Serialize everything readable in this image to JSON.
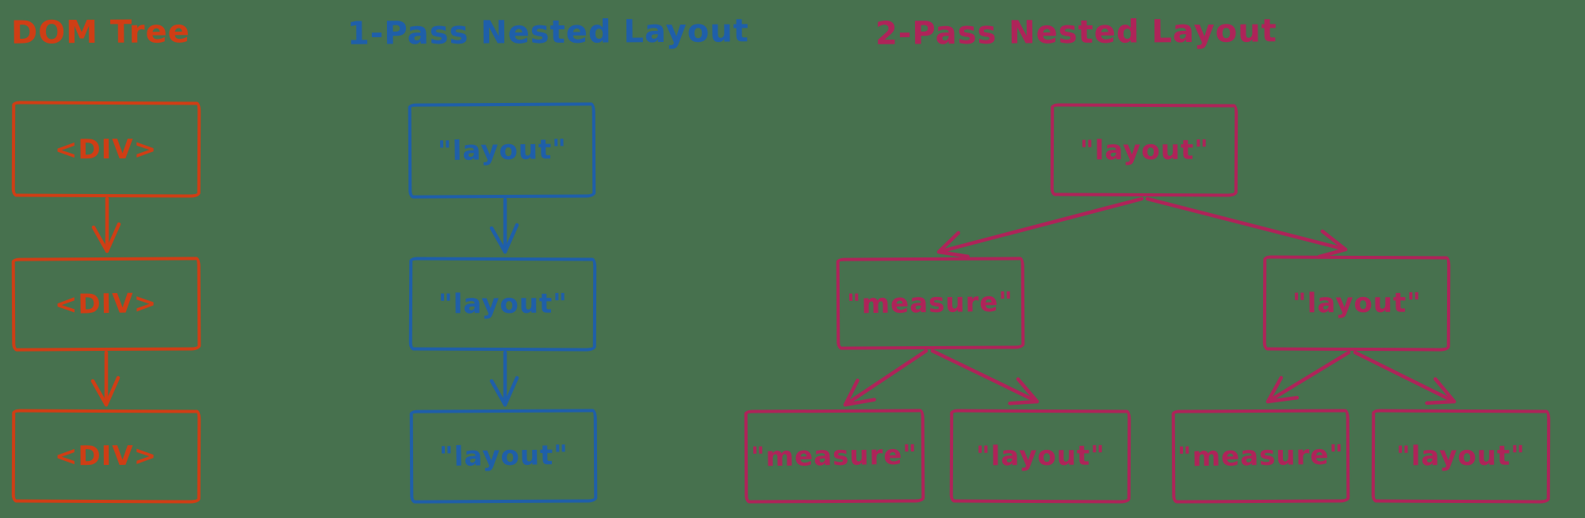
{
  "background_color": "#47714e",
  "diagram": {
    "dom_tree": {
      "title": "DOM Tree",
      "color": "#cf3e15",
      "nodes": [
        {
          "label": "<DIV>"
        },
        {
          "label": "<DIV>"
        },
        {
          "label": "<DIV>"
        }
      ]
    },
    "one_pass": {
      "title": "1-Pass Nested Layout",
      "color": "#1f5fa9",
      "nodes": [
        {
          "label": "\"layout\""
        },
        {
          "label": "\"layout\""
        },
        {
          "label": "\"layout\""
        }
      ]
    },
    "two_pass": {
      "title": "2-Pass Nested Layout",
      "color": "#ae2459",
      "root": {
        "label": "\"layout\""
      },
      "level2": [
        {
          "label": "\"measure\""
        },
        {
          "label": "\"layout\""
        }
      ],
      "level3": [
        {
          "label": "\"measure\""
        },
        {
          "label": "\"layout\""
        },
        {
          "label": "\"measure\""
        },
        {
          "label": "\"layout\""
        }
      ]
    }
  }
}
